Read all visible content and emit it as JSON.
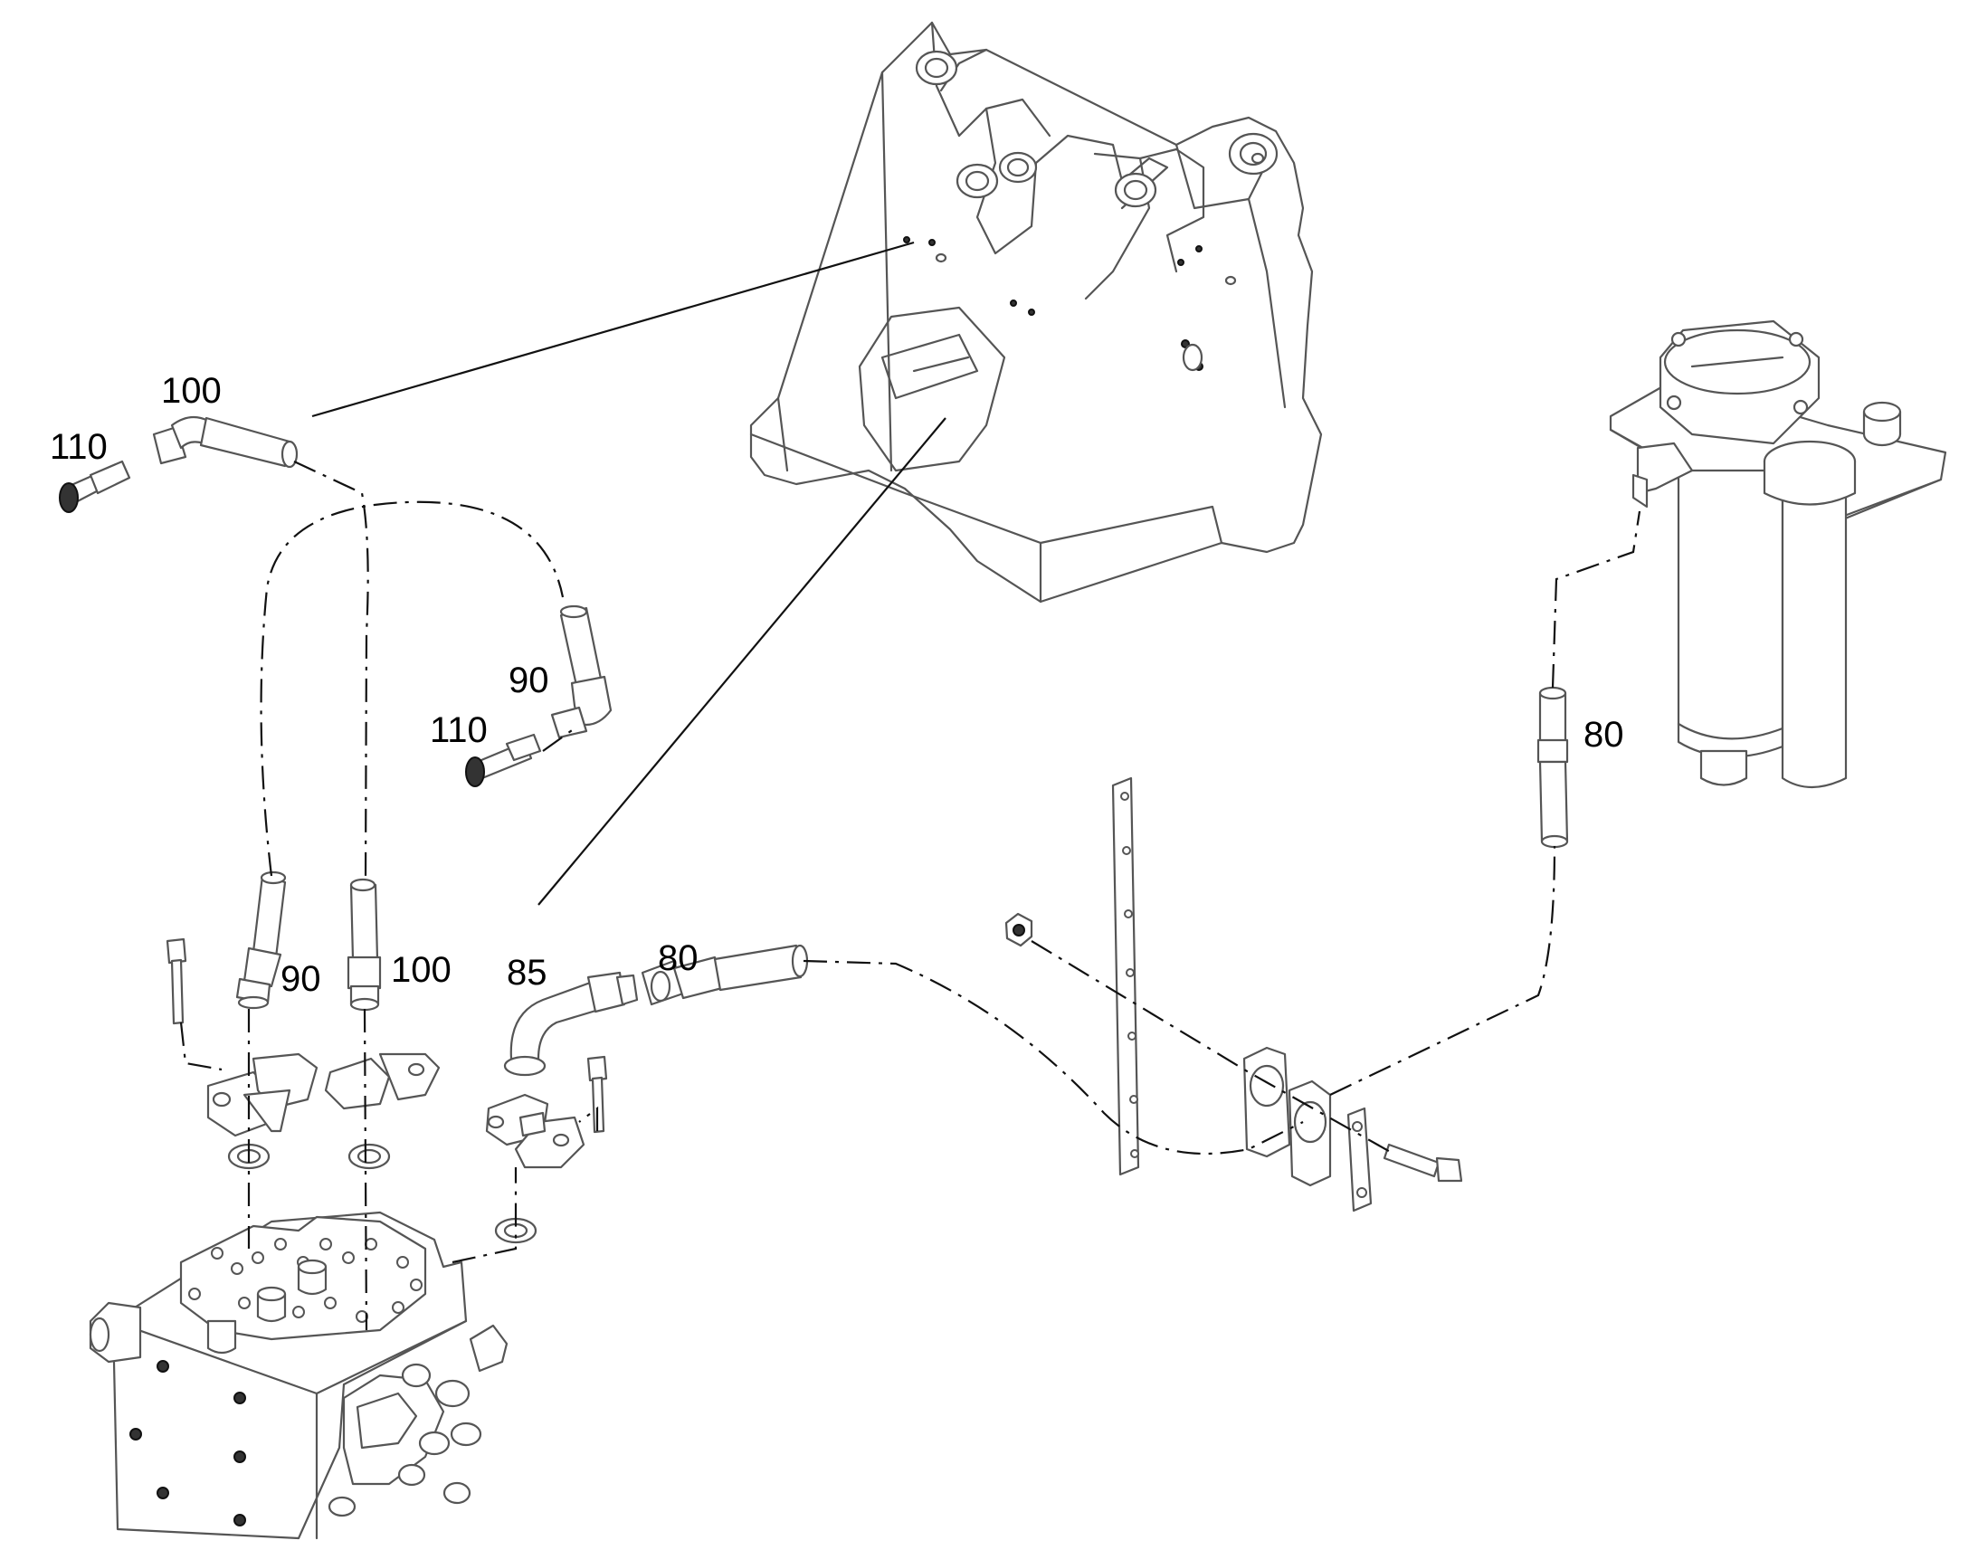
{
  "labels": {
    "hose_100_top": "100",
    "adapter_110_top": "110",
    "elbow_90_mid": "90",
    "adapter_110_mid": "110",
    "hose_90_lower": "90",
    "hose_100_lower": "100",
    "elbow_85": "85",
    "hose_80_lower": "80",
    "hose_80_right": "80"
  }
}
